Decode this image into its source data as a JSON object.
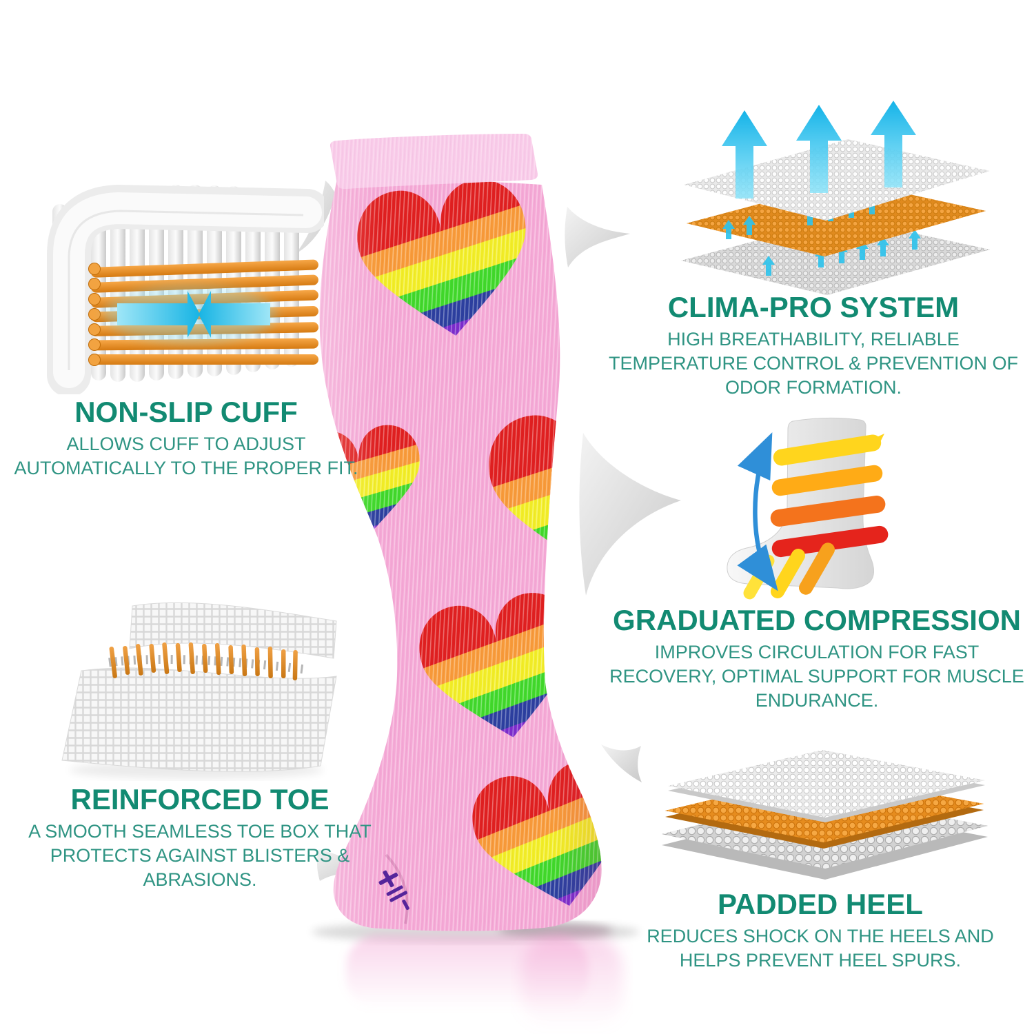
{
  "features": [
    {
      "id": "non-slip-cuff",
      "title": "NON-SLIP CUFF",
      "description": "ALLOWS CUFF TO ADJUST AUTOMATICALLY TO THE PROPER FIT.",
      "illustration": "folded-knit-cuff-with-compression-arrows"
    },
    {
      "id": "clima-pro-system",
      "title": "CLIMA-PRO SYSTEM",
      "description": "HIGH BREATHABILITY, RELIABLE TEMPERATURE CONTROL & PREVENTION OF ODOR FORMATION.",
      "illustration": "breathable-mesh-layers-with-up-arrows"
    },
    {
      "id": "graduated-compression",
      "title": "GRADUATED COMPRESSION",
      "description": "IMPROVES CIRCULATION FOR FAST RECOVERY, OPTIMAL SUPPORT FOR MUSCLE ENDURANCE.",
      "illustration": "foot-form-with-compression-bands"
    },
    {
      "id": "reinforced-toe",
      "title": "REINFORCED TOE",
      "description": "A SMOOTH SEAMLESS TOE BOX THAT PROTECTS AGAINST BLISTERS & ABRASIONS.",
      "illustration": "mesh-fabric-with-stitched-seam"
    },
    {
      "id": "padded-heel",
      "title": "PADDED HEEL",
      "description": "REDUCES SHOCK ON THE HEELS AND HELPS PREVENT HEEL SPURS.",
      "illustration": "padded-cushion-layers"
    }
  ],
  "product": {
    "item": "pink knee-high compression sock",
    "pattern": "rainbow-striped hearts"
  },
  "colors": {
    "heading": "#128a72",
    "body": "#2f9483",
    "sock_pink": "#f5a9d6",
    "cuff_pink": "#f9cbe9",
    "cyan_arrow": "#2cc3ec",
    "thread_orange": "#ef9334",
    "heart_stripes": [
      "#e01f1f",
      "#f89a38",
      "#f2ee25",
      "#3fd929",
      "#2b3f9f",
      "#7b2ccc"
    ]
  }
}
